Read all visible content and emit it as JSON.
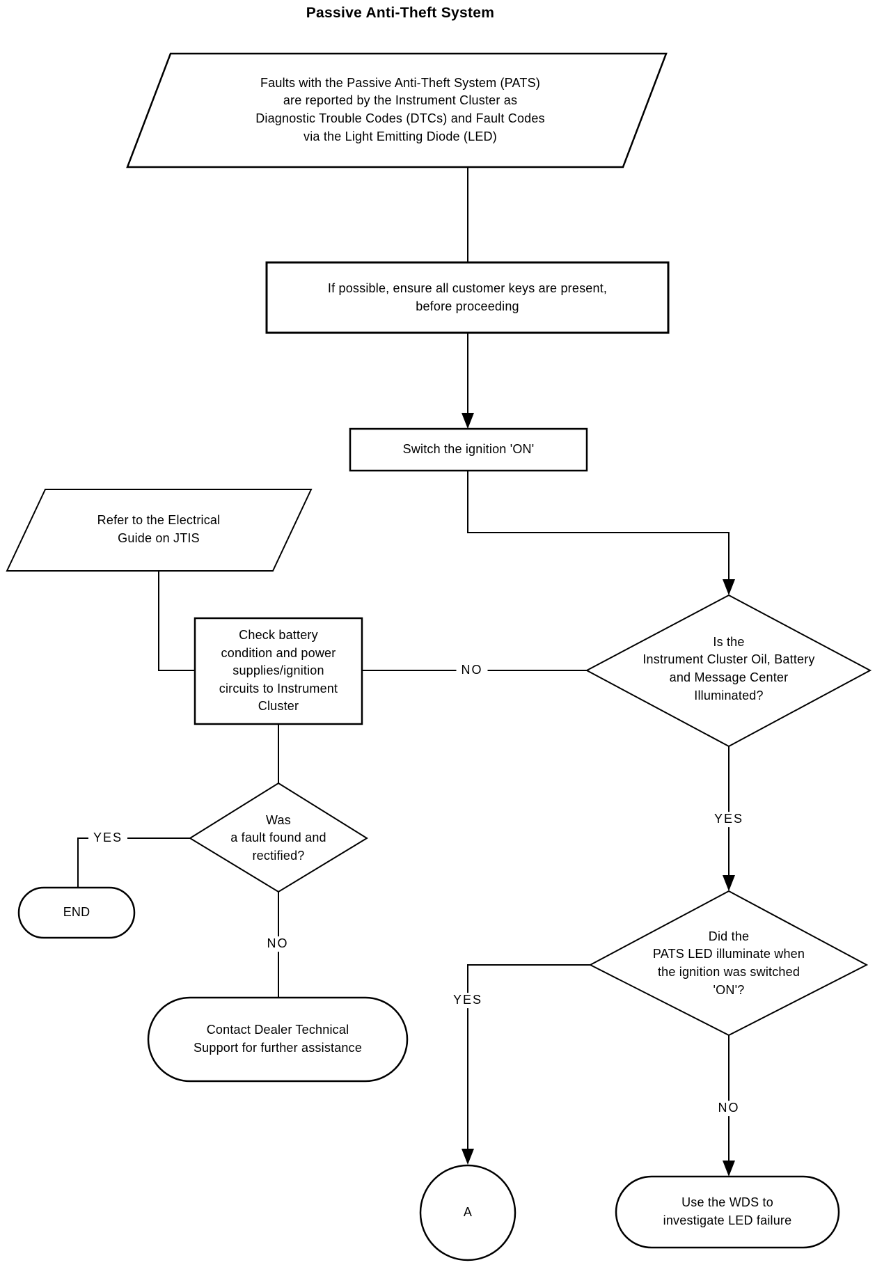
{
  "title": "Passive Anti-Theft System",
  "nodes": {
    "faults_reported": "Faults with the Passive Anti-Theft System (PATS)\nare reported by the Instrument Cluster as\nDiagnostic Trouble Codes (DTCs) and Fault Codes\nvia the Light Emitting Diode (LED)",
    "ensure_keys": "If possible, ensure all customer keys are present,\nbefore proceeding",
    "switch_ignition": "Switch the ignition 'ON'",
    "refer_guide": "Refer to the Electrical\nGuide on JTIS",
    "check_battery": "Check battery\ncondition and power\nsupplies/ignition\ncircuits to Instrument\nCluster",
    "cluster_illuminated": "Is the\nInstrument Cluster Oil, Battery\nand Message Center\nIlluminated?",
    "fault_rectified": "Was\na fault found and\nrectified?",
    "end": "END",
    "contact_dealer": "Contact Dealer Technical\nSupport for further assistance",
    "led_illuminated": "Did the\nPATS LED illuminate when\nthe ignition was switched\n'ON'?",
    "connector_a": "A",
    "use_wds": "Use the WDS to\ninvestigate LED failure"
  },
  "edge_labels": {
    "cluster_no": "NO",
    "cluster_yes": "YES",
    "fault_yes": "YES",
    "fault_no": "NO",
    "led_yes": "YES",
    "led_no": "NO"
  },
  "colors": {
    "line": "#000000",
    "background": "#ffffff"
  }
}
